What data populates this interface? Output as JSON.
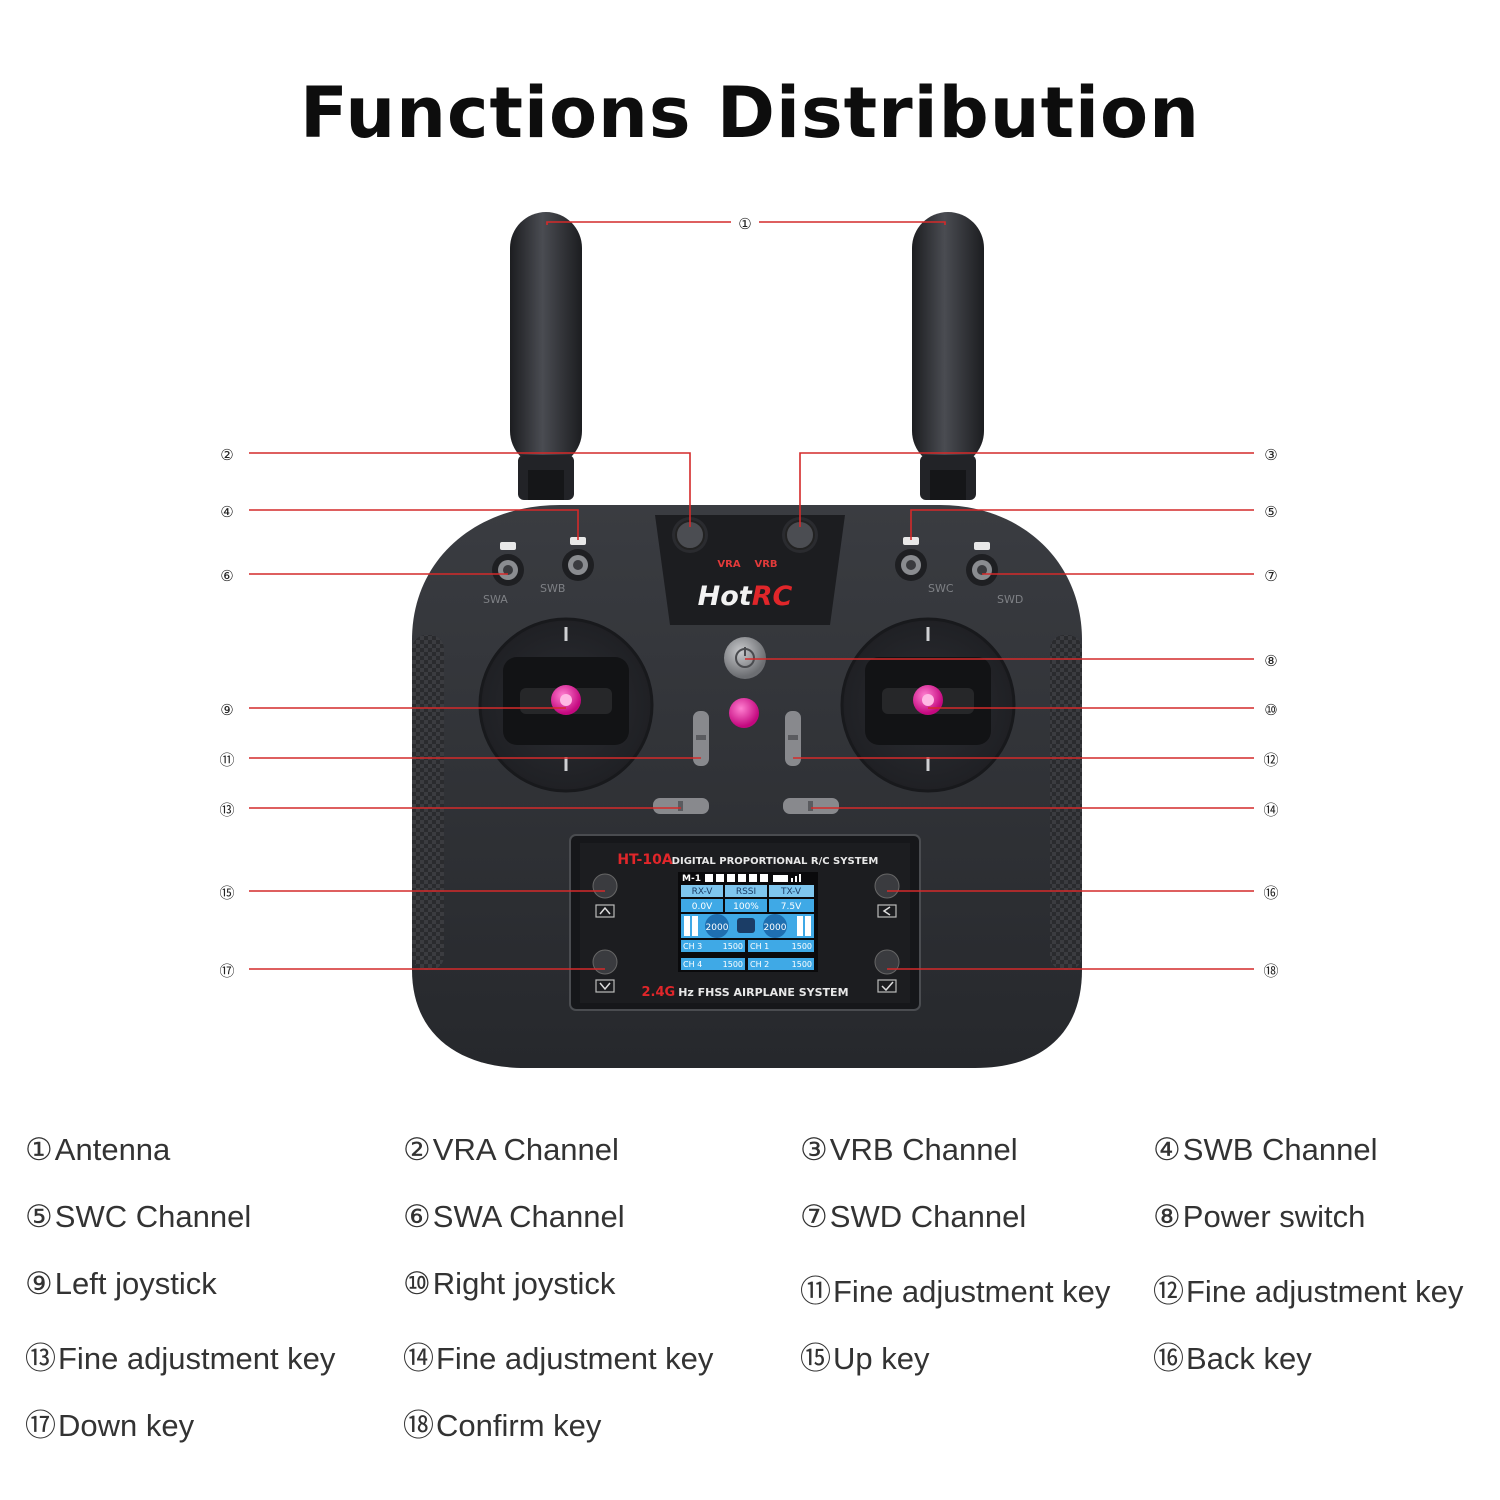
{
  "title": "Functions Distribution",
  "screen": {
    "model": "HT-10A",
    "header": "DIGITAL PROPORTIONAL R/C SYSTEM",
    "footer_freq": "2.4G",
    "footer_text": "Hz FHSS AIRPLANE SYSTEM",
    "mode": "M-1",
    "col_labels": [
      "RX-V",
      "RSSI",
      "TX-V"
    ],
    "col_values": [
      "0.0V",
      "100%",
      "7.5V"
    ],
    "gauge_left": "2000",
    "gauge_right": "2000",
    "ch_rows": [
      [
        "CH 3",
        "1500",
        "CH 1",
        "1500"
      ],
      [
        "CH 4",
        "1500",
        "CH 2",
        "1500"
      ]
    ]
  },
  "device": {
    "brand_hot": "Hot",
    "brand_rc": "RC",
    "knob_left": "VRA",
    "knob_right": "VRB",
    "switch_labels": [
      "SWA",
      "SWB",
      "SWC",
      "SWD"
    ]
  },
  "callouts": [
    "①",
    "②",
    "③",
    "④",
    "⑤",
    "⑥",
    "⑦",
    "⑧",
    "⑨",
    "⑩",
    "⑪",
    "⑫",
    "⑬",
    "⑭",
    "⑮",
    "⑯",
    "⑰",
    "⑱"
  ],
  "legend": [
    {
      "num": "①",
      "label": "Antenna"
    },
    {
      "num": "②",
      "label": "VRA Channel"
    },
    {
      "num": "③",
      "label": "VRB Channel"
    },
    {
      "num": "④",
      "label": "SWB Channel"
    },
    {
      "num": "⑤",
      "label": "SWC Channel"
    },
    {
      "num": "⑥",
      "label": "SWA Channel"
    },
    {
      "num": "⑦",
      "label": "SWD Channel"
    },
    {
      "num": "⑧",
      "label": "Power switch"
    },
    {
      "num": "⑨",
      "label": "Left joystick"
    },
    {
      "num": "⑩",
      "label": "Right joystick"
    },
    {
      "num": "⑪",
      "label": "Fine adjustment key"
    },
    {
      "num": "⑫",
      "label": "Fine adjustment key"
    },
    {
      "num": "⑬",
      "label": "Fine adjustment key"
    },
    {
      "num": "⑭",
      "label": "Fine adjustment key"
    },
    {
      "num": "⑮",
      "label": "Up key"
    },
    {
      "num": "⑯",
      "label": "Back key"
    },
    {
      "num": "⑰",
      "label": "Down key"
    },
    {
      "num": "⑱",
      "label": "Confirm key"
    }
  ],
  "colors": {
    "leader": "#d42a2a",
    "body": "#2b2d31",
    "accent_pink": "#e8179a",
    "screen_blue": "#3fa9e6"
  }
}
